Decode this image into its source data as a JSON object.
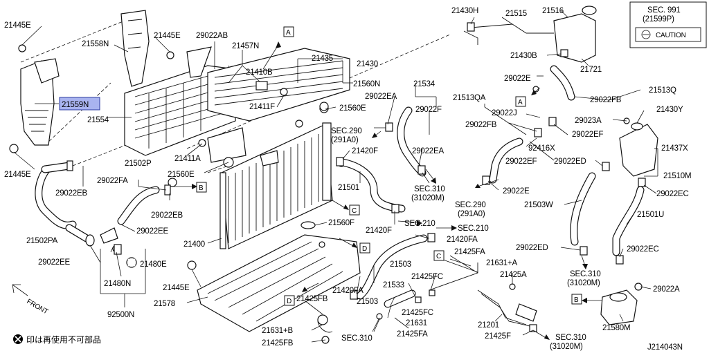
{
  "diagram_id": "J214043N",
  "footnote": "印は再使用不可部品",
  "front_label": "FRONT",
  "caution_box": {
    "sec_line1": "SEC. 991",
    "sec_line2": "(21599P)",
    "caution_text": "CAUTION"
  },
  "highlighted_part": "21559N",
  "refs": {
    "A": "A",
    "B": "B",
    "C": "C",
    "D": "D"
  },
  "labels": {
    "l21445E_a": "21445E",
    "l21558N": "21558N",
    "l21445E_b": "21445E",
    "l29022AB": "29022AB",
    "l21559N": "21559N",
    "l21554": "21554",
    "l21445E_c": "21445E",
    "l21457N": "21457N",
    "l21410B": "21410B",
    "l21435": "21435",
    "l21430": "21430",
    "l21560N": "21560N",
    "l21411F": "21411F",
    "l21560E_a": "21560E",
    "l21411A": "21411A",
    "l21560E_b": "21560E",
    "l21502P": "21502P",
    "l29022FA": "29022FA",
    "l29022EB_a": "29022EB",
    "l29022EB_b": "29022EB",
    "l29022EE_a": "29022EE",
    "l21502PA": "21502PA",
    "l29022EE_b": "29022EE",
    "l21480E": "21480E",
    "l21480N": "21480N",
    "l92500N": "92500N",
    "l21445E_d": "21445E",
    "l21578": "21578",
    "l21400": "21400",
    "l21560F": "21560F",
    "l21420F_a": "21420F",
    "l21501": "21501",
    "l21420F_b": "21420F",
    "l29022EA_a": "29022EA",
    "l21534": "21534",
    "l29022F": "29022F",
    "l29022EA_b": "29022EA",
    "l_sec290_a": "SEC.290",
    "l_sec290_a2": "(291A0)",
    "l_sec310_a": "SEC.310",
    "l_sec310_a2": "(31020M)",
    "l_sec210_a": "SEC.210",
    "l_sec210_b": "SEC.210",
    "l21420FA_a": "21420FA",
    "l21503_a": "21503",
    "l21420FA_b": "21420FA",
    "l21503_b": "21503",
    "l21425FA_a": "21425FA",
    "l21631A": "21631+A",
    "l21425FC_a": "21425FC",
    "l21533": "21533",
    "l21425FC_b": "21425FC",
    "l21631": "21631",
    "l21425FA_b": "21425FA",
    "l21425FB_a": "21425FB",
    "l21631B": "21631+B",
    "l21425FB_b": "21425FB",
    "l_sec310_b": "SEC.310",
    "l21430H": "21430H",
    "l21515": "21515",
    "l21516": "21516",
    "l21430B": "21430B",
    "l21721": "21721",
    "l29022E_a": "29022E",
    "l29022FB_a": "29022FB",
    "l21513Q": "21513Q",
    "l21513QA": "21513QA",
    "l29022J": "29022J",
    "l29022FB_b": "29022FB",
    "l29022EF_a": "29022EF",
    "l92416X": "92416X",
    "l29022EF_b": "29022EF",
    "l29022ED_a": "29022ED",
    "l29022E_b": "29022E",
    "l_sec290_b": "SEC.290",
    "l_sec290_b2": "(291A0)",
    "l29023A": "29023A",
    "l21430Y": "21430Y",
    "l21437X": "21437X",
    "l21510M": "21510M",
    "l29022EC_a": "29022EC",
    "l21503W": "21503W",
    "l21501U": "21501U",
    "l29022ED_b": "29022ED",
    "l29022EC_b": "29022EC",
    "l_sec310_c": "SEC.310",
    "l_sec310_c2": "(31020M)",
    "l29022A": "29022A",
    "l21580M": "21580M",
    "l21425A": "21425A",
    "l21201": "21201",
    "l21425F": "21425F",
    "l_sec310_d": "SEC.310",
    "l_sec310_d2": "(31020M)"
  }
}
